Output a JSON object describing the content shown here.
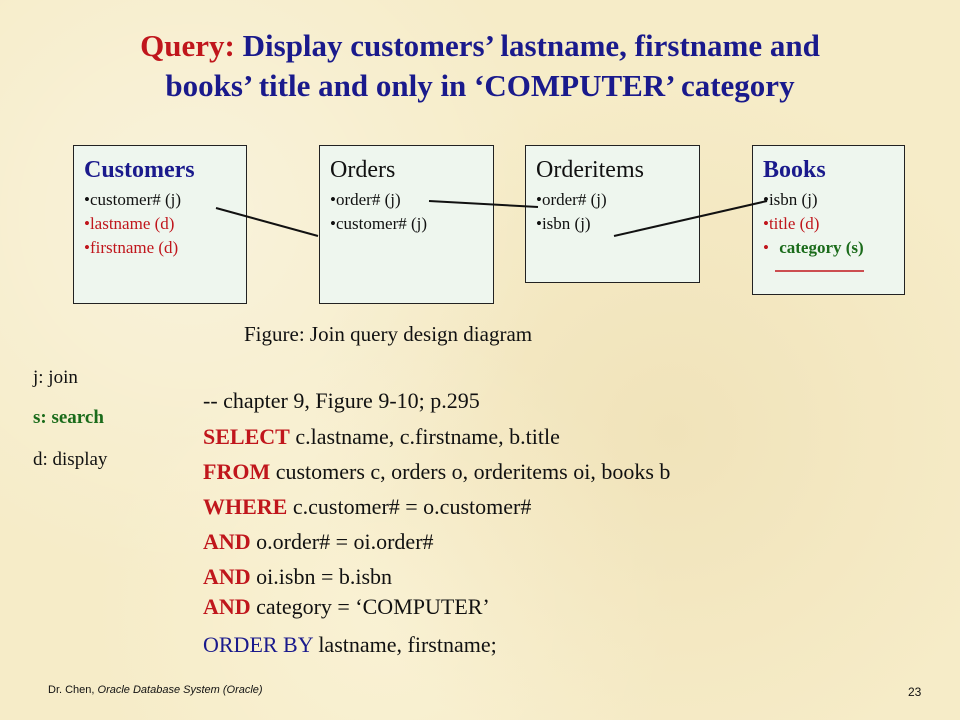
{
  "title": {
    "prefix": "Query:",
    "line1": " Display customers’ lastname, firstname and",
    "line2": "books’ title and only  in ‘COMPUTER’ category"
  },
  "boxes": {
    "customers": {
      "title": "Customers",
      "items": [
        "•customer# (j)",
        "•lastname (d)",
        "•firstname (d)"
      ]
    },
    "orders": {
      "title": "Orders",
      "items": [
        "•order# (j)",
        "•customer# (j)"
      ]
    },
    "orderitems": {
      "title": "Orderitems",
      "items": [
        "•order# (j)",
        "•isbn (j)"
      ]
    },
    "books": {
      "title": "Books",
      "items": [
        "•isbn (j)",
        "•title (d)",
        "•",
        "category (s)"
      ]
    }
  },
  "caption": "Figure: Join query design diagram",
  "legend": {
    "join": "j: join",
    "search": "s: search",
    "display": "d: display"
  },
  "sql": {
    "comment": "-- chapter 9, Figure 9-10; p.295",
    "select_kw": "SELECT",
    "select_rest": " c.lastname, c.firstname, b.title",
    "from_kw": "FROM",
    "from_rest": " customers c, orders o, orderitems oi, books b",
    "where_kw": "WHERE",
    "where_rest": " c.customer# = o.customer#",
    "and1_kw": "AND",
    "and1_rest": " o.order# = oi.order#",
    "and2_kw": "AND",
    "and2_rest": " oi.isbn = b.isbn",
    "and3_kw": "AND",
    "and3_rest": " category = ‘COMPUTER’",
    "order_kw": "ORDER BY",
    "order_rest": " lastname, firstname;"
  },
  "footer": {
    "author": "Dr. Chen,",
    "course": "Oracle Database System (Oracle)",
    "page": "23"
  }
}
